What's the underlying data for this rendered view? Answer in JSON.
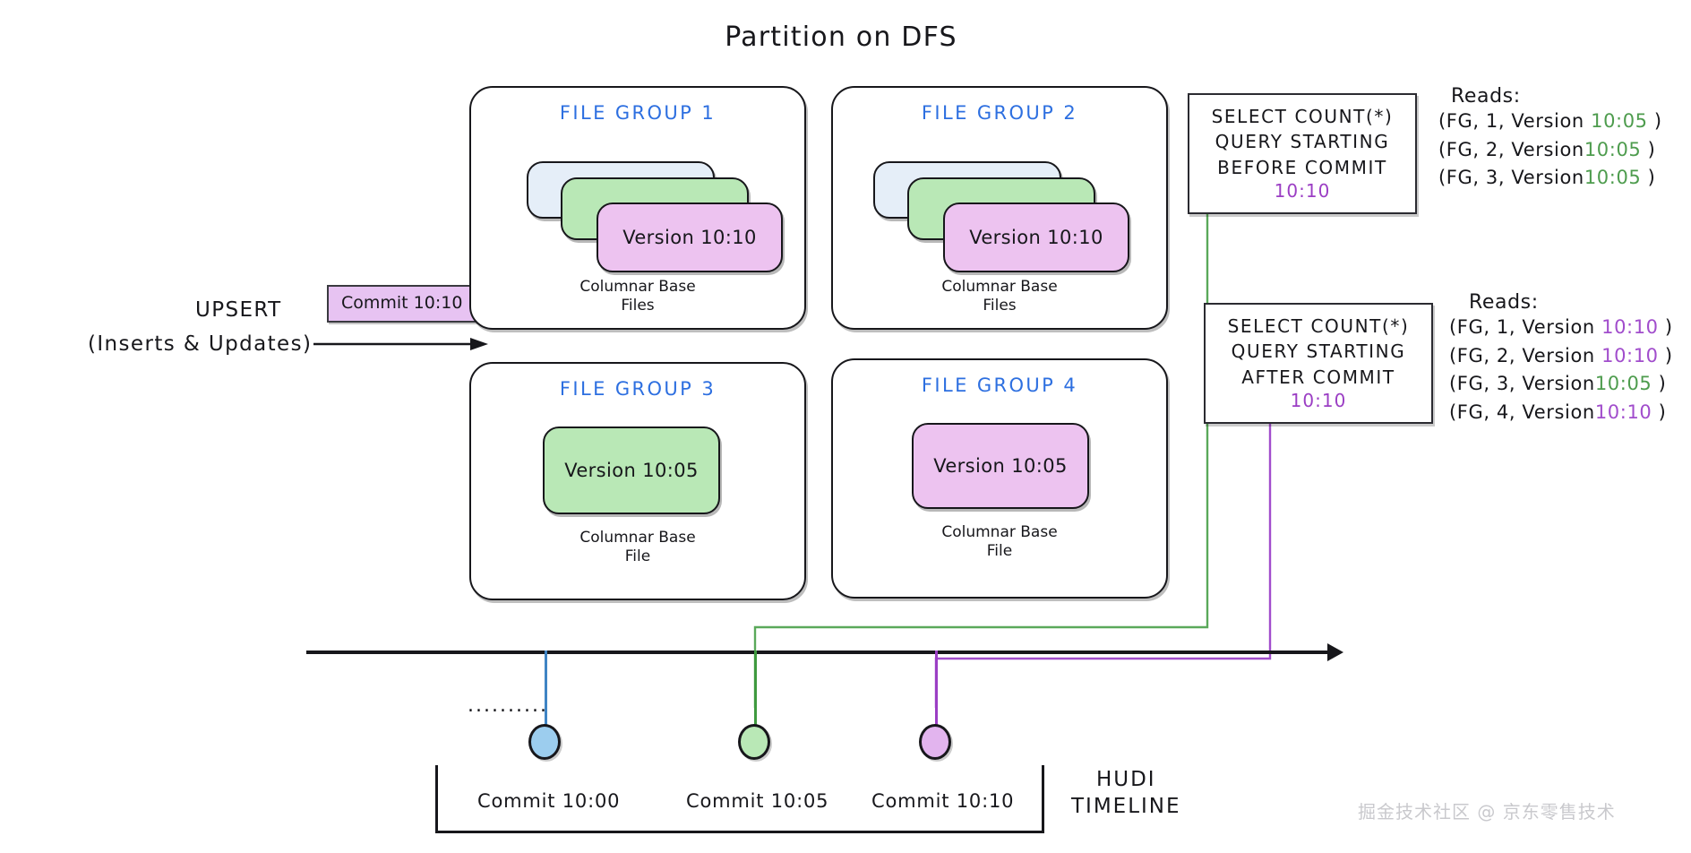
{
  "title": "Partition on DFS",
  "upsert": {
    "label": "UPSERT",
    "sublabel": "(Inserts & Updates)",
    "commit_box": "Commit 10:10"
  },
  "file_groups": [
    {
      "name": "FILE GROUP 1",
      "caption_line1": "Columnar Base",
      "caption_line2": "Files",
      "stack": [
        {
          "color": "blue",
          "label": ""
        },
        {
          "color": "green",
          "label": ""
        },
        {
          "color": "purple",
          "label": "Version 10:10"
        }
      ]
    },
    {
      "name": "FILE GROUP 2",
      "caption_line1": "Columnar Base",
      "caption_line2": "Files",
      "stack": [
        {
          "color": "blue",
          "label": ""
        },
        {
          "color": "green",
          "label": ""
        },
        {
          "color": "purple",
          "label": "Version 10:10"
        }
      ]
    },
    {
      "name": "FILE GROUP 3",
      "caption_line1": "Columnar Base",
      "caption_line2": "File",
      "stack": [
        {
          "color": "green",
          "label": "Version 10:05"
        }
      ]
    },
    {
      "name": "FILE GROUP 4",
      "caption_line1": "Columnar Base",
      "caption_line2": "File",
      "stack": [
        {
          "color": "purple",
          "label": "Version 10:05"
        }
      ]
    }
  ],
  "queries": [
    {
      "line1": "SELECT COUNT(*)",
      "line2": "QUERY STARTING",
      "line3": "BEFORE COMMIT",
      "time": "10:10",
      "arrow_color": "#5aa95a"
    },
    {
      "line1": "SELECT COUNT(*)",
      "line2": "QUERY STARTING",
      "line3": "AFTER COMMIT",
      "time": "10:10",
      "arrow_color": "#a14dcc"
    }
  ],
  "reads": [
    {
      "title": "Reads:",
      "rows": [
        {
          "prefix": "(FG, 1, Version ",
          "version": "10:05",
          "suffix": " )",
          "version_color": "green"
        },
        {
          "prefix": "(FG, 2, Version",
          "version": "10:05",
          "suffix": " )",
          "version_color": "green"
        },
        {
          "prefix": "(FG, 3, Version",
          "version": "10:05",
          "suffix": " )",
          "version_color": "green"
        }
      ]
    },
    {
      "title": "Reads:",
      "rows": [
        {
          "prefix": "(FG, 1, Version ",
          "version": "10:10",
          "suffix": " )",
          "version_color": "purple"
        },
        {
          "prefix": "(FG, 2, Version ",
          "version": "10:10",
          "suffix": " )",
          "version_color": "purple"
        },
        {
          "prefix": "(FG, 3, Version",
          "version": "10:05",
          "suffix": " )",
          "version_color": "green"
        },
        {
          "prefix": "(FG, 4, Version",
          "version": "10:10",
          "suffix": " )",
          "version_color": "purple"
        }
      ]
    }
  ],
  "timeline": {
    "ellipsis": "..........",
    "label_line1": "HUDI",
    "label_line2": "TIMELINE",
    "commits": [
      {
        "label": "Commit 10:00",
        "color": "#9ccdee"
      },
      {
        "label": "Commit 10:05",
        "color": "#b9e8b6"
      },
      {
        "label": "Commit 10:10",
        "color": "#e2b4ee"
      }
    ]
  },
  "watermark": "掘金技术社区 @ 京东零售技术",
  "colors": {
    "accent_blue": "#2d6fe0",
    "green": "#4e9c4e",
    "purple": "#a14dcc",
    "ink": "#17171b"
  }
}
